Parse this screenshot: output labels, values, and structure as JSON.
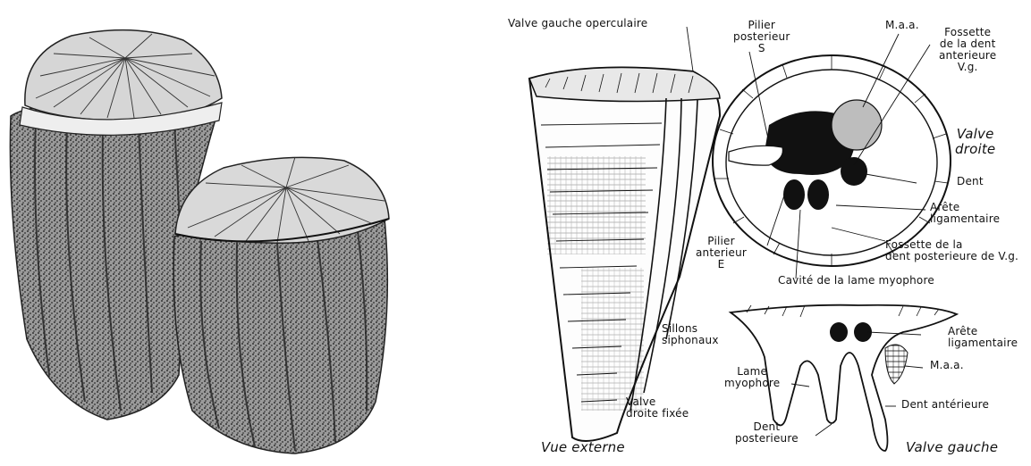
{
  "labels": {
    "valve_gauche_operculaire": "Valve gauche operculaire",
    "pilier_posterieur": "Pilier\nposterieur\nS",
    "maa_top": "M.a.a.",
    "fossette_dent_anterieure": "Fossette\nde la dent\nanterieure\nV.g.",
    "valve_droite": "Valve\ndroite",
    "dent": "Dent",
    "arete_ligamentaire_top": "Arête\nligamentaire",
    "pilier_anterieur": "Pilier\nanterieur\nE",
    "fossette_dent_posterieure": "Fossette de la\ndent posterieure de V.g.",
    "cavite_lame_myophore": "Cavité de la lame myophore",
    "sillons_siphonaux": "Sillons\nsiphonaux",
    "valve_droite_fixee": "Valve\ndroite fixée",
    "vue_externe": "Vue externe",
    "arete_ligamentaire_bottom": "Arête\nligamentaire",
    "maa_bottom": "M.a.a.",
    "lame_myophore": "Lame\nmyophore",
    "dent_anterieure": "Dent antérieure",
    "dent_posterieure": "Dent\nposterieure",
    "valve_gauche": "Valve gauche"
  },
  "colors": {
    "ink": "#111111",
    "shade": "#555555",
    "paper": "#ffffff"
  }
}
